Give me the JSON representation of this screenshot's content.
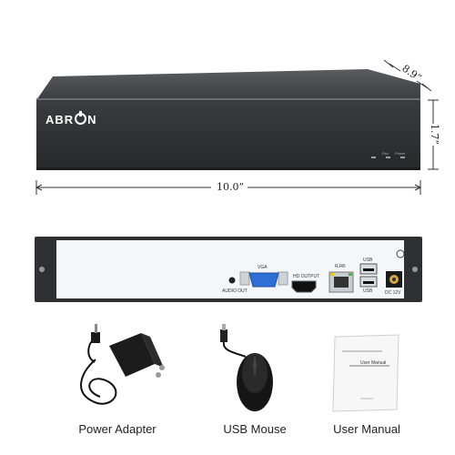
{
  "device": {
    "brand": "ABR",
    "brand_end": "N",
    "front_labels": {
      "rec": "Rec",
      "power": "Power"
    },
    "rear_labels": {
      "vga": "VGA",
      "hd_output": "HD OUTPUT",
      "rj45": "RJ45",
      "usb_top": "USB",
      "usb_bottom": "USB",
      "audio_out": "AUDIO OUT",
      "dc": "DC 12V"
    }
  },
  "dimensions": {
    "width": "10.0”",
    "depth": "8.9”",
    "height": "1.7”"
  },
  "accessories": [
    {
      "label": "Power Adapter",
      "icon": "power-adapter-icon"
    },
    {
      "label": "USB Mouse",
      "icon": "usb-mouse-icon"
    },
    {
      "label": "User Manual",
      "icon": "user-manual-icon"
    }
  ],
  "manual_cover": {
    "title": "User Manual"
  },
  "colors": {
    "case": "#2f3133",
    "rear_panel": "#f4f6fa",
    "vga_port": "#2d6fd6"
  }
}
